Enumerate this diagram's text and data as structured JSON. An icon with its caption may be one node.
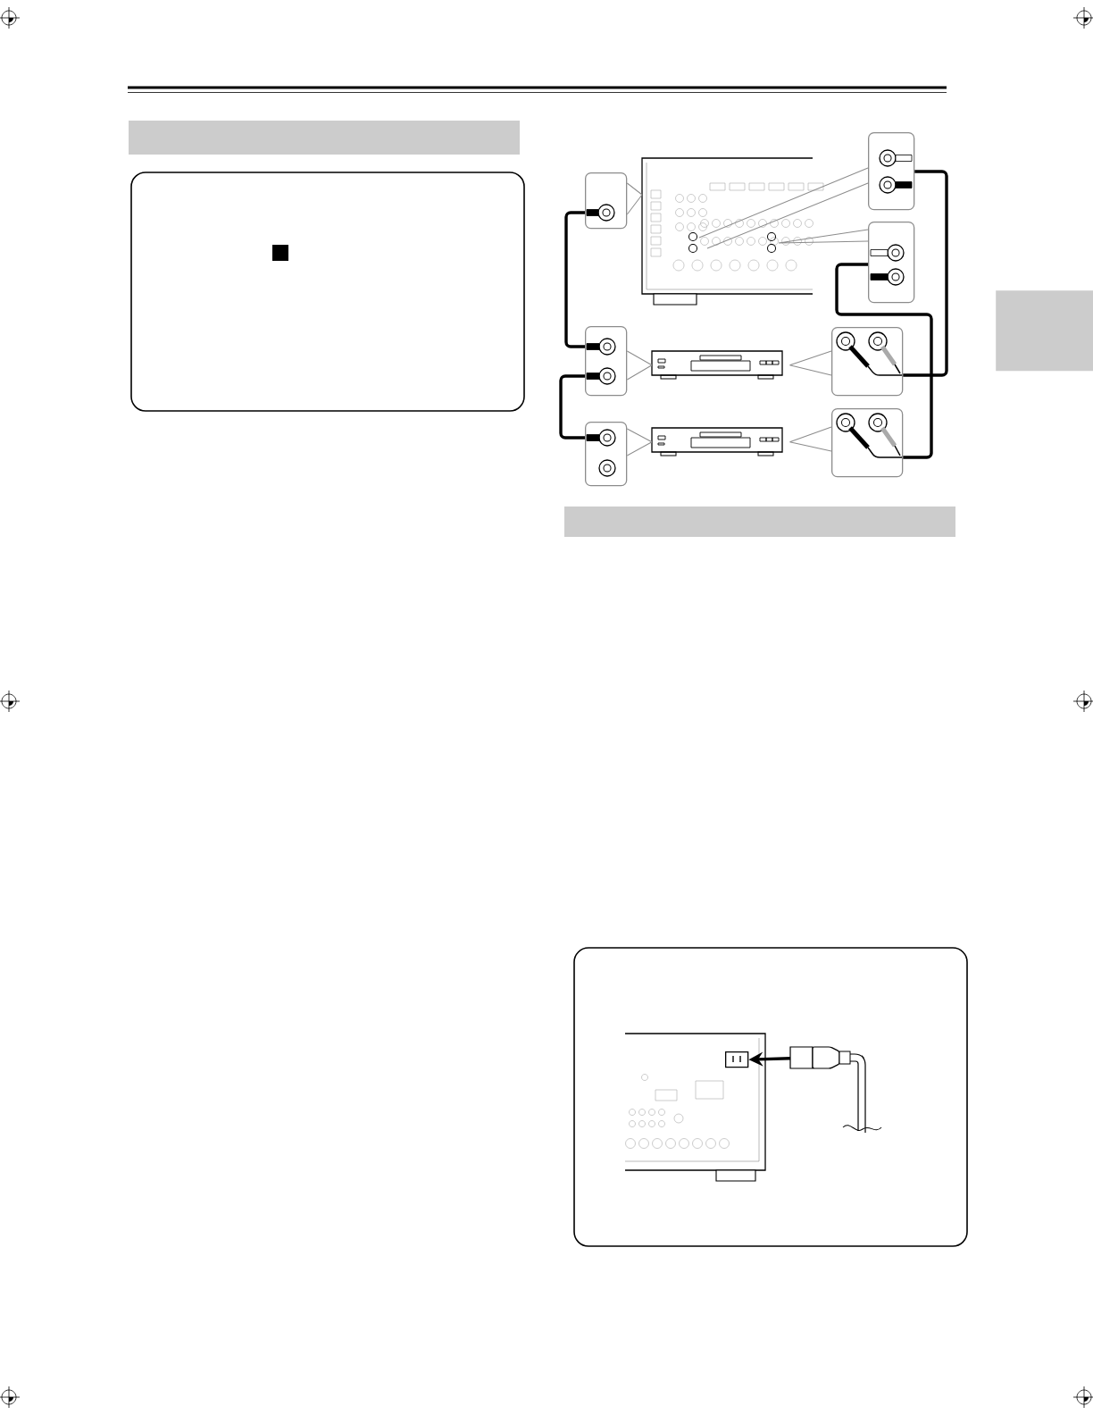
{
  "diagram": {
    "nodes": [
      {
        "text": [],
        "shape": "picture"
      },
      {
        "text": [],
        "shape": "box"
      },
      {
        "text": [],
        "shape": "box"
      },
      {
        "text": [],
        "shape": "box"
      },
      {
        "text": [],
        "shape": "picture"
      },
      {
        "text": [],
        "shape": "box"
      },
      {
        "text": [],
        "shape": "box"
      },
      {
        "text": [],
        "shape": "picture"
      },
      {
        "text": [],
        "shape": "box"
      },
      {
        "text": [],
        "shape": "box"
      },
      {
        "text": [],
        "shape": "picture"
      },
      {
        "text": [],
        "shape": "box",
        "in": 10
      },
      {
        "text": [],
        "shape": "picture"
      },
      {
        "text": [],
        "shape": "bar"
      }
    ],
    "edges": [
      {
        "from": 1,
        "to": 5,
        "arrow": "none",
        "style": "thick",
        "color": "#000000"
      },
      {
        "from": 5,
        "to": 8,
        "arrow": "none",
        "style": "thick",
        "color": "#000000"
      },
      {
        "from": 2,
        "to": 6,
        "arrow": "none",
        "style": "thick",
        "color": "#000000"
      },
      {
        "from": 3,
        "to": 9,
        "arrow": "none",
        "style": "thick",
        "color": "#000000"
      },
      {
        "from": 1,
        "to": 0,
        "arrow": "none"
      },
      {
        "from": 2,
        "to": 0,
        "arrow": "none"
      },
      {
        "from": 3,
        "to": 0,
        "arrow": "none"
      },
      {
        "from": 5,
        "to": 4,
        "arrow": "none"
      },
      {
        "from": 6,
        "to": 4,
        "arrow": "none"
      },
      {
        "from": 8,
        "to": 7,
        "arrow": "none"
      },
      {
        "from": 9,
        "to": 7,
        "arrow": "none"
      },
      {
        "from": 12,
        "to": 11,
        "arrow": "to",
        "style": "thick",
        "color": "#000000"
      }
    ]
  }
}
